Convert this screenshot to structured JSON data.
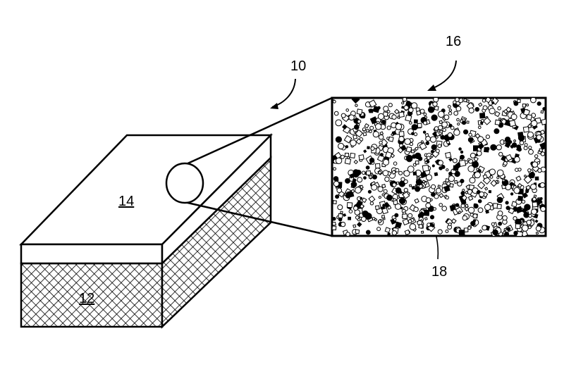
{
  "figure": {
    "labels": {
      "assembly": "10",
      "substrate": "12",
      "coating": "14",
      "magnified_view": "16",
      "particles": "18"
    },
    "colors": {
      "ink": "#000000",
      "paper": "#ffffff"
    }
  }
}
